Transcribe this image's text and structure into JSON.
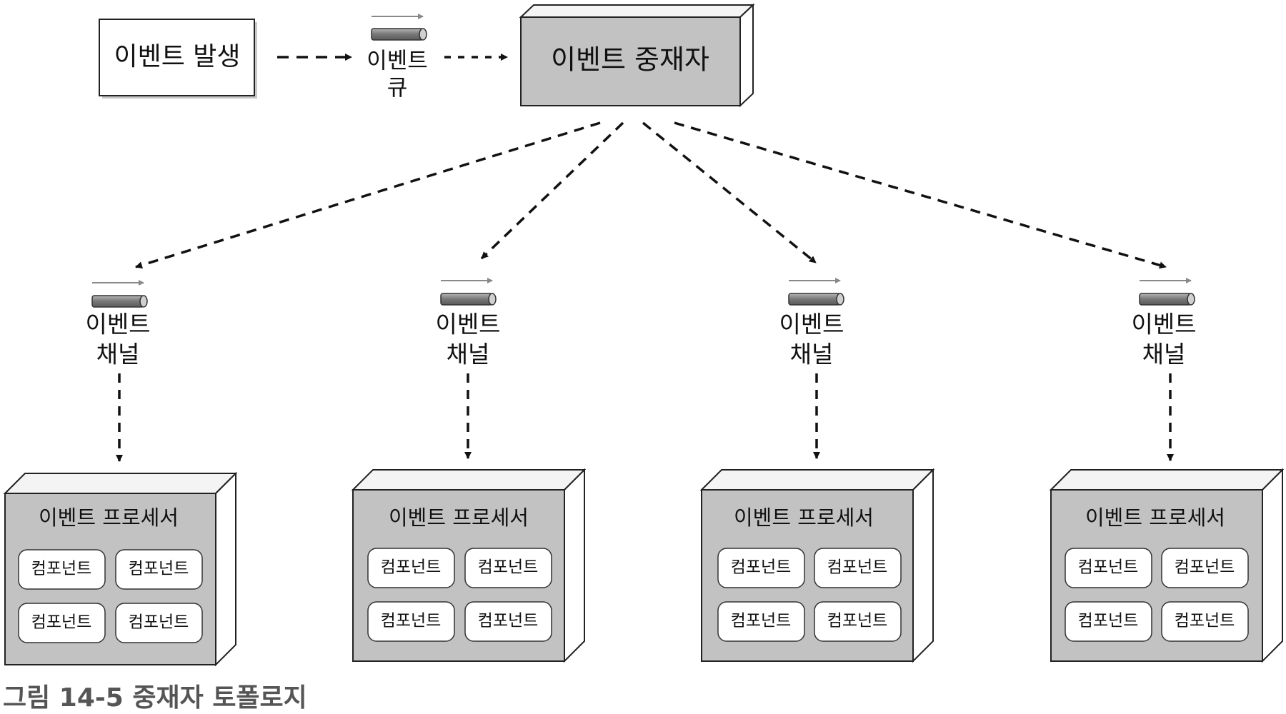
{
  "source": {
    "label": "이벤트 발생"
  },
  "queue": {
    "line1": "이벤트",
    "line2": "큐"
  },
  "mediator": {
    "label": "이벤트 중재자"
  },
  "channels": [
    {
      "line1": "이벤트",
      "line2": "채널"
    },
    {
      "line1": "이벤트",
      "line2": "채널"
    },
    {
      "line1": "이벤트",
      "line2": "채널"
    },
    {
      "line1": "이벤트",
      "line2": "채널"
    }
  ],
  "processors": [
    {
      "title": "이벤트 프로세서",
      "components": [
        "컴포넌트",
        "컴포넌트",
        "컴포넌트",
        "컴포넌트"
      ]
    },
    {
      "title": "이벤트 프로세서",
      "components": [
        "컴포넌트",
        "컴포넌트",
        "컴포넌트",
        "컴포넌트"
      ]
    },
    {
      "title": "이벤트 프로세서",
      "components": [
        "컴포넌트",
        "컴포넌트",
        "컴포넌트",
        "컴포넌트"
      ]
    },
    {
      "title": "이벤트 프로세서",
      "components": [
        "컴포넌트",
        "컴포넌트",
        "컴포넌트",
        "컴포넌트"
      ]
    }
  ],
  "caption": {
    "prefix": "그림 14-5",
    "text": "중재자 토폴로지"
  },
  "colors": {
    "box_gray": "#c2c2c2",
    "box_top": "#f4f4f4",
    "box_side": "#ffffff",
    "stroke": "#222222",
    "arrow": "#111111",
    "pipe": "#8a8a8a",
    "caption": "#555555"
  },
  "icons": {
    "queue": "pipe-icon",
    "channel": "pipe-icon"
  }
}
